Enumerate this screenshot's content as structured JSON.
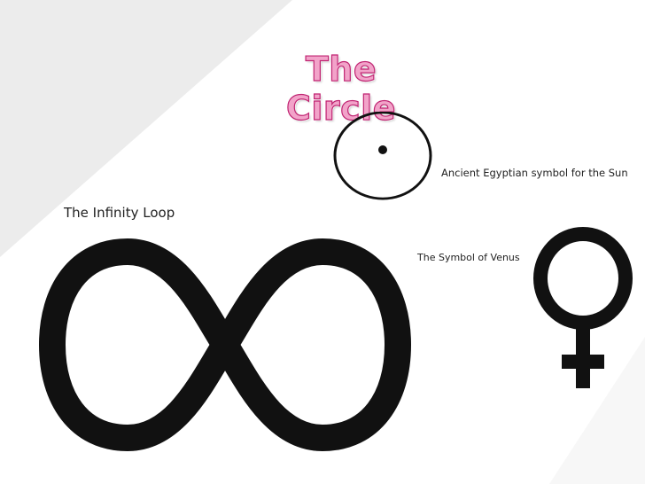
{
  "slide": {
    "title": "The Circle",
    "title_color": "#c02472"
  },
  "symbols": {
    "sun": {
      "caption": "Ancient Egyptian symbol for the Sun",
      "icon": "sun-symbol-icon"
    },
    "infinity": {
      "caption": "The Infinity Loop",
      "icon": "infinity-icon"
    },
    "venus": {
      "caption": "The Symbol of Venus",
      "icon": "venus-icon"
    }
  },
  "colors": {
    "background": "#ffffff",
    "background_panel": "#ececec",
    "ink": "#111111"
  }
}
